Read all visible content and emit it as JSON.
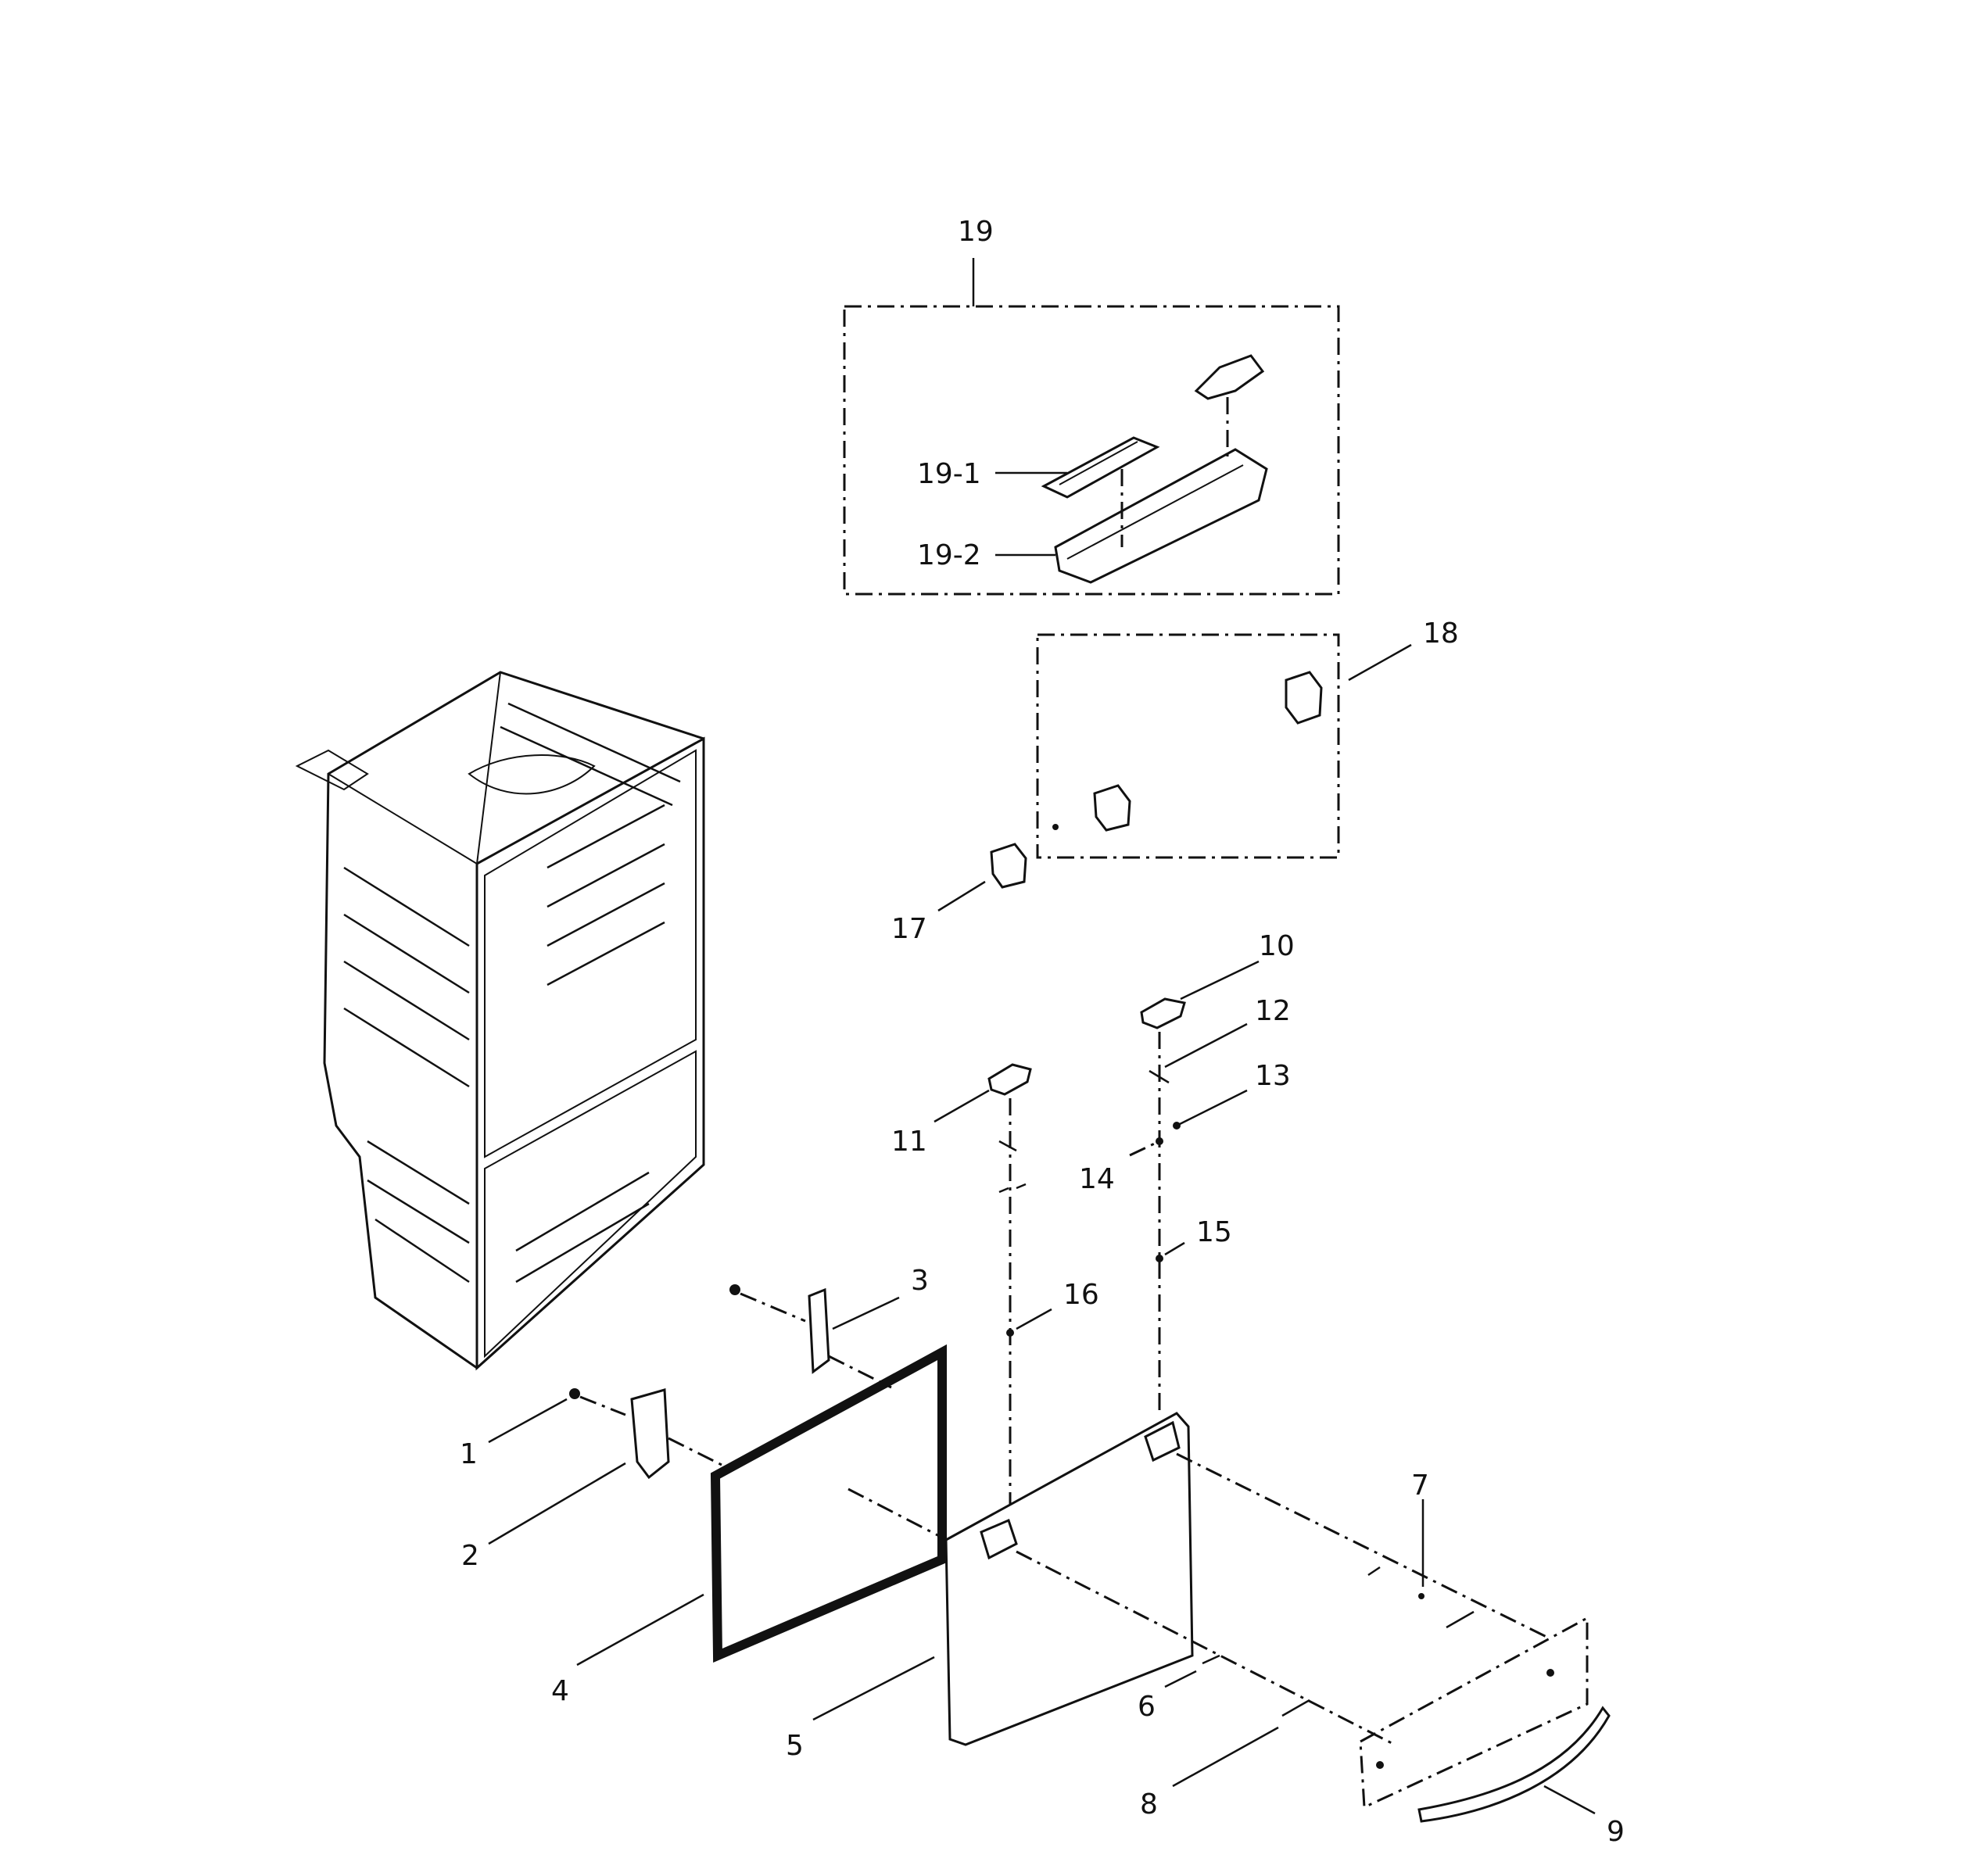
{
  "labels": {
    "p1": "1",
    "p2": "2",
    "p3": "3",
    "p4": "4",
    "p5": "5",
    "p6": "6",
    "p7": "7",
    "p8": "8",
    "p9": "9",
    "p10": "10",
    "p11": "11",
    "p12": "12",
    "p13": "13",
    "p14": "14",
    "p15": "15",
    "p16": "16",
    "p17": "17",
    "p18": "18",
    "p19": "19",
    "p19_1": "19-1",
    "p19_2": "19-2"
  }
}
